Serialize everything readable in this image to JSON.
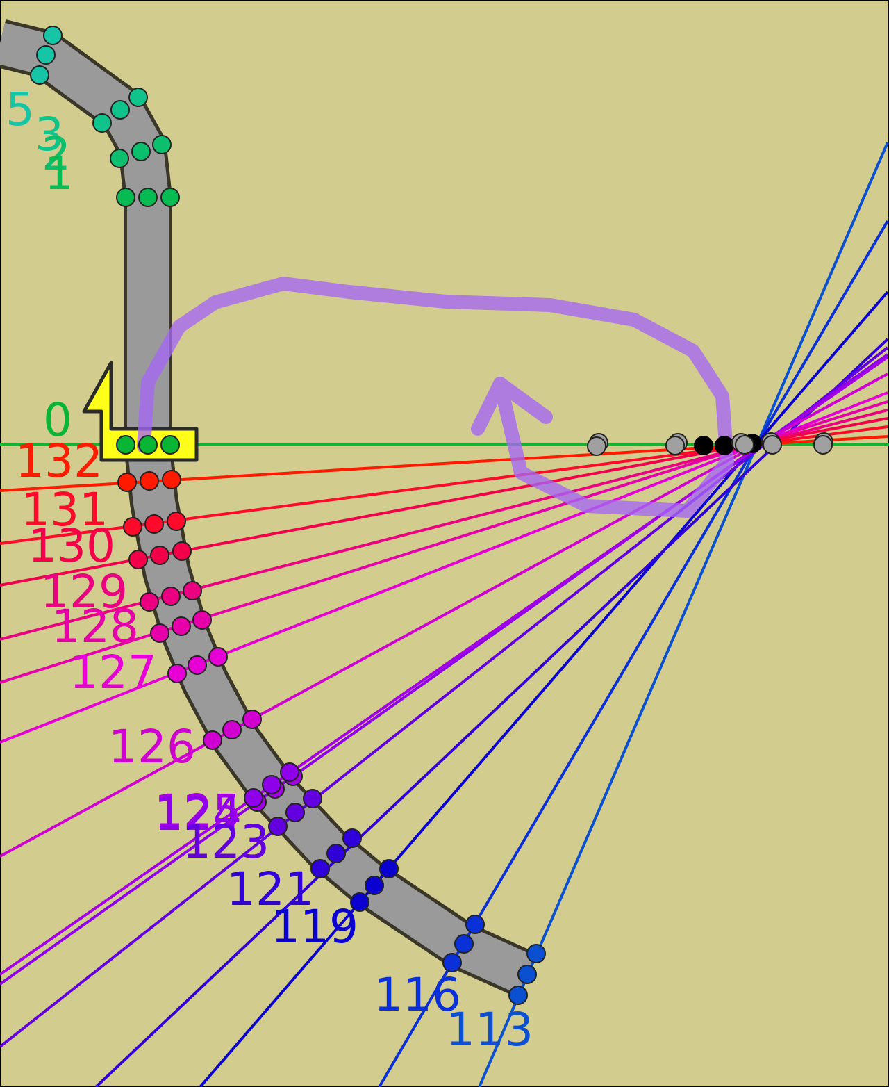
{
  "colors": {
    "background": "#d2cd8f",
    "track_fill": "#9a9a9a",
    "track_edge": "#3a3628",
    "horizon_line": "#17b22f",
    "marker_fill": "#ffff1a",
    "stroke_purple": "#a566f5",
    "origin_gray": "#a0a0a0",
    "origin_black": "#000000"
  },
  "icons": {
    "start_marker": "yellow-lightning-flag-icon",
    "gesture": "purple-curved-arrow-icon"
  },
  "sections": [
    {
      "id": "s5",
      "label": "5",
      "color": "#16c4a6"
    },
    {
      "id": "s3",
      "label": "3",
      "color": "#0fc38b"
    },
    {
      "id": "s2",
      "label": "2",
      "color": "#0bbf6e"
    },
    {
      "id": "s1",
      "label": "1",
      "color": "#06bb52"
    },
    {
      "id": "s0",
      "label": "0",
      "color": "#08b535"
    },
    {
      "id": "s132",
      "label": "132",
      "color": "#ff1a00"
    },
    {
      "id": "s131",
      "label": "131",
      "color": "#ff0a2a"
    },
    {
      "id": "s130",
      "label": "130",
      "color": "#f2004a"
    },
    {
      "id": "s129",
      "label": "129",
      "color": "#ea0080"
    },
    {
      "id": "s128",
      "label": "128",
      "color": "#e600aa"
    },
    {
      "id": "s127",
      "label": "127",
      "color": "#e600d6"
    },
    {
      "id": "s126",
      "label": "126",
      "color": "#d000d0"
    },
    {
      "id": "s125",
      "label": "125",
      "color": "#a400e6"
    },
    {
      "id": "s124",
      "label": "124",
      "color": "#8f00ea"
    },
    {
      "id": "s123",
      "label": "123",
      "color": "#6200e0"
    },
    {
      "id": "s121",
      "label": "121",
      "color": "#3000d8"
    },
    {
      "id": "s119",
      "label": "119",
      "color": "#0a00d0"
    },
    {
      "id": "s116",
      "label": "116",
      "color": "#0a30d8"
    },
    {
      "id": "s113",
      "label": "113",
      "color": "#0a50d0"
    }
  ]
}
